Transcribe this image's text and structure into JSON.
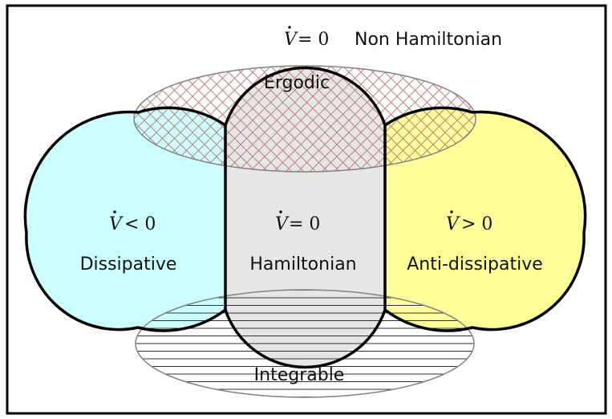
{
  "top": {
    "math_v": "V",
    "math_rel": "= 0",
    "label": "Non Hamiltonian"
  },
  "regions": {
    "dissipative": {
      "math_v": "V",
      "math_rel": "< 0",
      "label": "Dissipative",
      "color": "#ccffff"
    },
    "hamiltonian": {
      "math_v": "V",
      "math_rel": "= 0",
      "label": "Hamiltonian",
      "color": "#e6e6e6"
    },
    "anti_dissipative": {
      "math_v": "V",
      "math_rel": "> 0",
      "label": "Anti-dissipative",
      "color": "#ffff99"
    }
  },
  "ergodic": {
    "label": "Ergodic",
    "hatch_color": "#c08080"
  },
  "integrable": {
    "label": "Integrable",
    "hatch_color": "#555555"
  }
}
